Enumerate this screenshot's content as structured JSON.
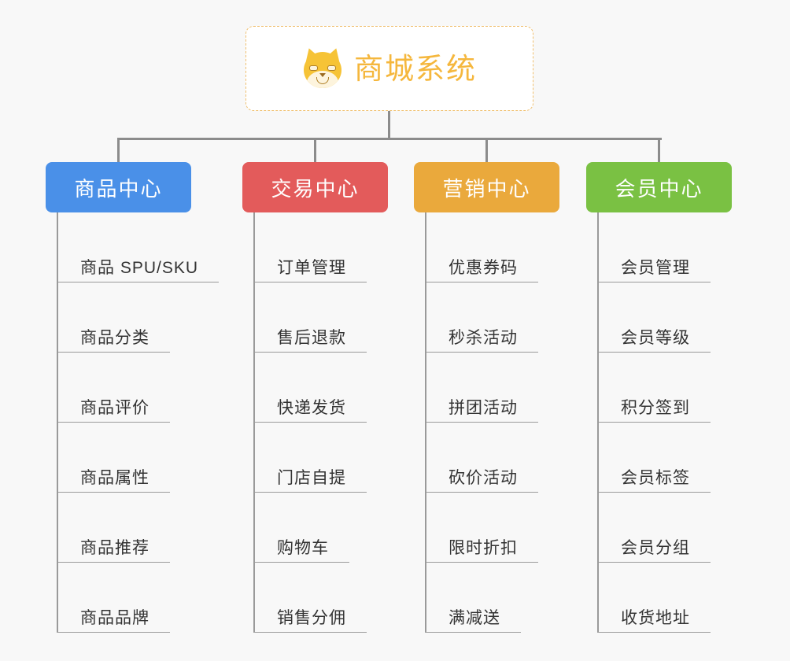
{
  "diagram": {
    "type": "mindmap",
    "background_color": "#f8f8f8",
    "root": {
      "title": "商城系统",
      "icon": "shiba-dog-face",
      "border_color": "#f0c070",
      "text_color": "#f5b73d",
      "background_color": "#ffffff"
    },
    "branches": [
      {
        "label": "商品中心",
        "color": "#4a90e8",
        "items": [
          "商品 SPU/SKU",
          "商品分类",
          "商品评价",
          "商品属性",
          "商品推荐",
          "商品品牌"
        ]
      },
      {
        "label": "交易中心",
        "color": "#e35b5b",
        "items": [
          "订单管理",
          "售后退款",
          "快递发货",
          "门店自提",
          "购物车",
          "销售分佣"
        ]
      },
      {
        "label": "营销中心",
        "color": "#eaa93c",
        "items": [
          "优惠券码",
          "秒杀活动",
          "拼团活动",
          "砍价活动",
          "限时折扣",
          "满减送"
        ]
      },
      {
        "label": "会员中心",
        "color": "#7ac143",
        "items": [
          "会员管理",
          "会员等级",
          "积分签到",
          "会员标签",
          "会员分组",
          "收货地址"
        ]
      }
    ],
    "connector_color": "#8c8c8c"
  }
}
